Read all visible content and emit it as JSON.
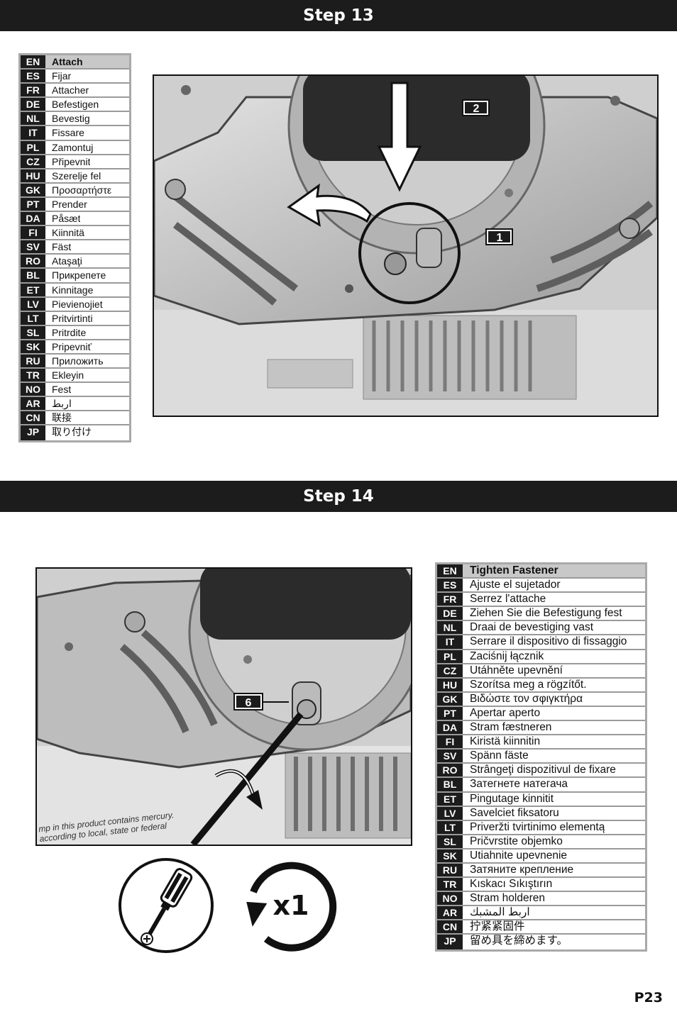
{
  "step13": {
    "title": "Step 13",
    "languages": [
      {
        "code": "EN",
        "text": "Attach"
      },
      {
        "code": "ES",
        "text": "Fijar"
      },
      {
        "code": "FR",
        "text": "Attacher"
      },
      {
        "code": "DE",
        "text": "Befestigen"
      },
      {
        "code": "NL",
        "text": "Bevestig"
      },
      {
        "code": "IT",
        "text": "Fissare"
      },
      {
        "code": "PL",
        "text": "Zamontuj"
      },
      {
        "code": "CZ",
        "text": "Připevnit"
      },
      {
        "code": "HU",
        "text": "Szerelje fel"
      },
      {
        "code": "GK",
        "text": "Προσαρτήστε"
      },
      {
        "code": "PT",
        "text": "Prender"
      },
      {
        "code": "DA",
        "text": "Påsæt"
      },
      {
        "code": "FI",
        "text": "Kiinnitä"
      },
      {
        "code": "SV",
        "text": "Fäst"
      },
      {
        "code": "RO",
        "text": "Ataşaţi"
      },
      {
        "code": "BL",
        "text": "Прикрепете"
      },
      {
        "code": "ET",
        "text": "Kinnitage"
      },
      {
        "code": "LV",
        "text": "Pievienojiet"
      },
      {
        "code": "LT",
        "text": "Pritvirtinti"
      },
      {
        "code": "SL",
        "text": "Pritrdite"
      },
      {
        "code": "SK",
        "text": "Pripevniť"
      },
      {
        "code": "RU",
        "text": "Приложить"
      },
      {
        "code": "TR",
        "text": "Ekleyin"
      },
      {
        "code": "NO",
        "text": "Fest"
      },
      {
        "code": "AR",
        "text": "اربط"
      },
      {
        "code": "CN",
        "text": "联接"
      },
      {
        "code": "JP",
        "text": "取り付け"
      }
    ],
    "callouts": [
      "2",
      "1"
    ]
  },
  "step14": {
    "title": "Step 14",
    "languages": [
      {
        "code": "EN",
        "text": "Tighten Fastener"
      },
      {
        "code": "ES",
        "text": "Ajuste el sujetador"
      },
      {
        "code": "FR",
        "text": "Serrez l'attache"
      },
      {
        "code": "DE",
        "text": "Ziehen Sie die Befestigung fest"
      },
      {
        "code": "NL",
        "text": "Draai de bevestiging vast"
      },
      {
        "code": "IT",
        "text": "Serrare il dispositivo di fissaggio"
      },
      {
        "code": "PL",
        "text": "Zaciśnij łącznik"
      },
      {
        "code": "CZ",
        "text": "Utáhněte upevnění"
      },
      {
        "code": "HU",
        "text": "Szorítsa meg a rögzítőt."
      },
      {
        "code": "GK",
        "text": "Βιδώστε τον σφιγκτήρα"
      },
      {
        "code": "PT",
        "text": "Apertar aperto"
      },
      {
        "code": "DA",
        "text": "Stram fæstneren"
      },
      {
        "code": "FI",
        "text": "Kiristä kiinnitin"
      },
      {
        "code": "SV",
        "text": "Spänn fäste"
      },
      {
        "code": "RO",
        "text": "Strângeţi dispozitivul de fixare"
      },
      {
        "code": "BL",
        "text": "Затегнете натегача"
      },
      {
        "code": "ET",
        "text": "Pingutage kinnitit"
      },
      {
        "code": "LV",
        "text": "Savelciet fiksatoru"
      },
      {
        "code": "LT",
        "text": "Priveržti tvirtinimo elementą"
      },
      {
        "code": "SL",
        "text": "Pričvrstite objemko"
      },
      {
        "code": "SK",
        "text": "Utiahnite upevnenie"
      },
      {
        "code": "RU",
        "text": "Затяните крепление"
      },
      {
        "code": "TR",
        "text": "Kıskacı Sıkıştırın"
      },
      {
        "code": "NO",
        "text": "Stram holderen"
      },
      {
        "code": "AR",
        "text": "اربط المشبك"
      },
      {
        "code": "CN",
        "text": "拧紧紧固件"
      },
      {
        "code": "JP",
        "text": "留め具を締めます。"
      }
    ],
    "callout": "6",
    "label_fragments": [
      "mp in this product contains mercury.",
      "according to local, state or federal"
    ],
    "quantity_label": "x1"
  },
  "page_number": "P23",
  "colors": {
    "bar": "#1c1c1c",
    "table_border": "#a9a9a9",
    "header_row": "#c8c8c8"
  }
}
